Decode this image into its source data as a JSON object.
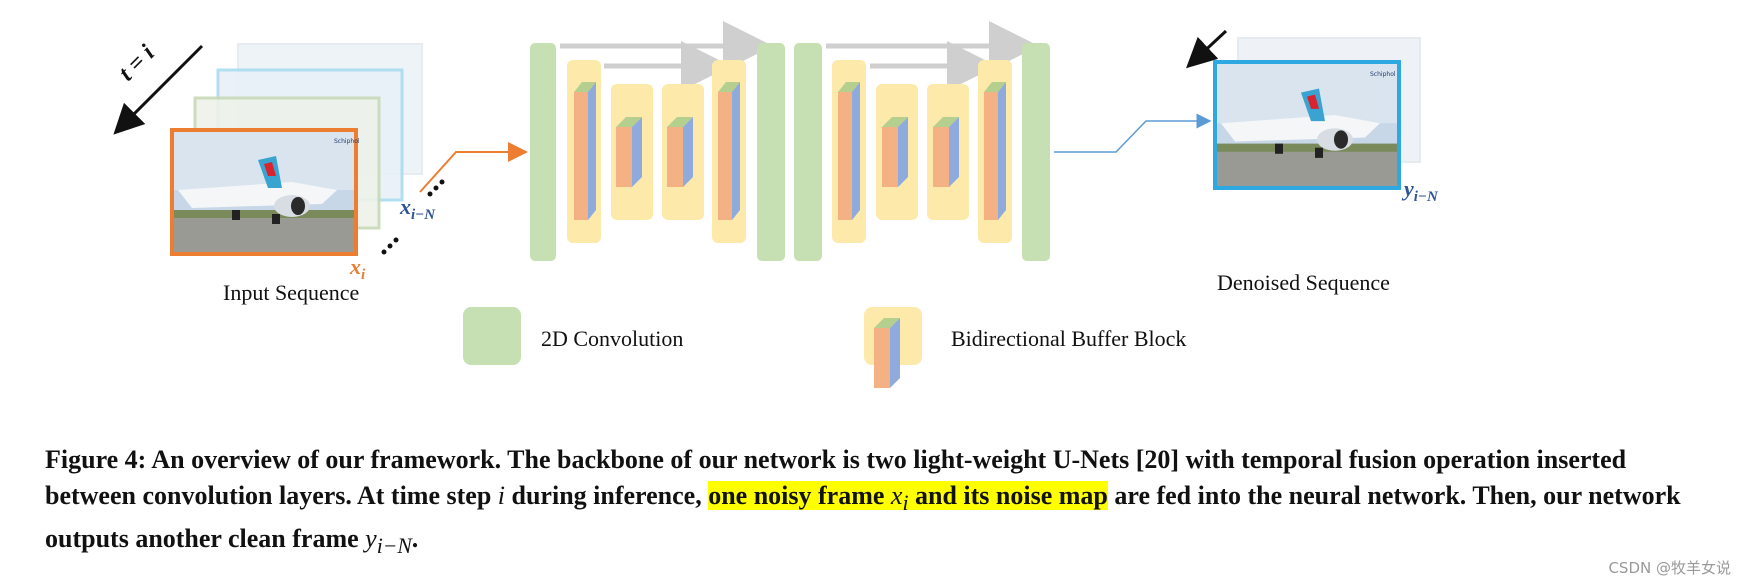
{
  "figure": {
    "time_label": "t = i",
    "input_label": "Input Sequence",
    "output_label": "Denoised Sequence",
    "xi_label": {
      "base": "x",
      "sub": "i"
    },
    "xiN_label": {
      "base": "x",
      "sub": "i−N"
    },
    "yiN_label": {
      "base": "y",
      "sub": "i−N"
    },
    "frame_logo_text": "Schiphol",
    "legend": {
      "conv_label": "2D Convolution",
      "buffer_label": "Bidirectional Buffer Block"
    },
    "colors": {
      "conv_green": "#c6e0b4",
      "buffer_yellow": "#fde9a9",
      "cube_orange": "#f4b183",
      "input_border": "#ed7d31",
      "output_border": "#2ea8e0",
      "skip_arrow": "#d0d0d0",
      "blue_text": "#2f5597",
      "orange_text": "#ed7d31"
    }
  },
  "caption": {
    "part1": "Figure 4: An overview of our framework. The backbone of our network is two light-weight U-Nets [20] with temporal fusion operation inserted between convolution layers. At time step ",
    "var_i": "i",
    "part2": " during inference, ",
    "highlight_a": "one noisy frame ",
    "hl_var_x": "x",
    "hl_var_x_sub": "i",
    "highlight_b": " and its noise map",
    "part3": " are fed into the neural network. Then, our network outputs another clean frame ",
    "var_y": "y",
    "var_y_sub": "i−N",
    "part4": "."
  },
  "watermark": "CSDN @牧羊女说"
}
